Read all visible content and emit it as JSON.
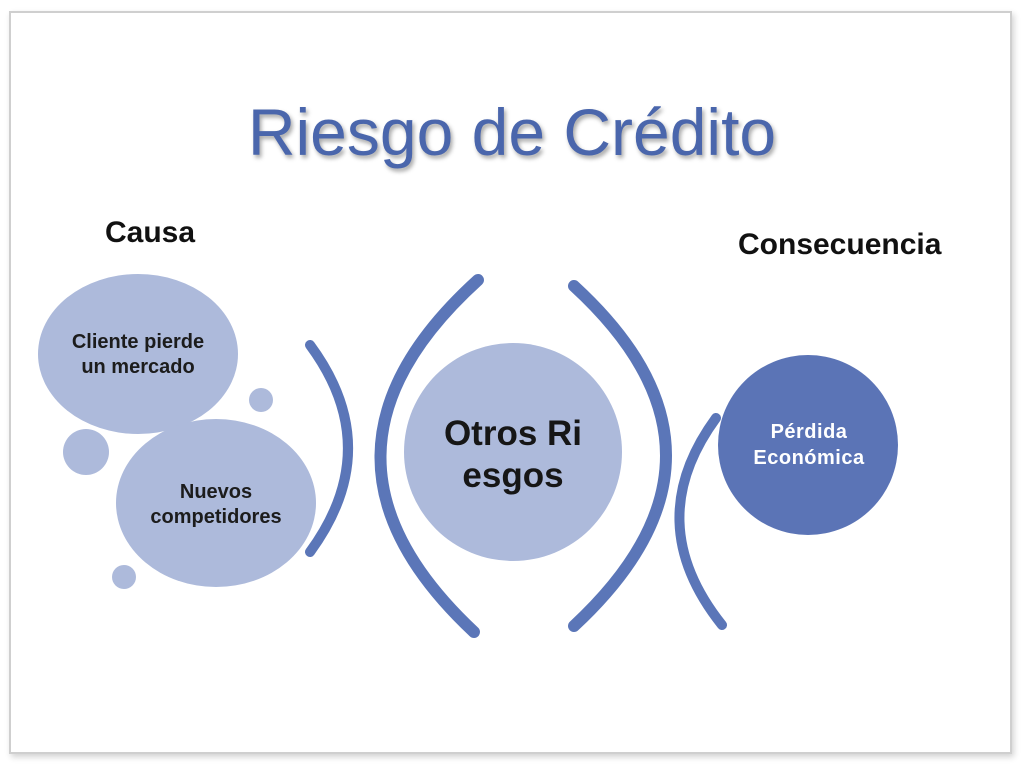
{
  "slide": {
    "title": "Riesgo de Crédito",
    "cause_label": "Causa",
    "consequence_label": "Consecuencia"
  },
  "diagram": {
    "causes": [
      {
        "text": "Cliente pierde un mercado"
      },
      {
        "text": "Nuevos competidores"
      }
    ],
    "center": {
      "text": "Otros Riesgos"
    },
    "consequence": {
      "text": "Pérdida Económica"
    }
  },
  "colors": {
    "title": "#4a66ac",
    "arc": "#5b76b8",
    "circle_light": "#adbadb",
    "circle_dark": "#5b74b6",
    "label": "#111111"
  }
}
